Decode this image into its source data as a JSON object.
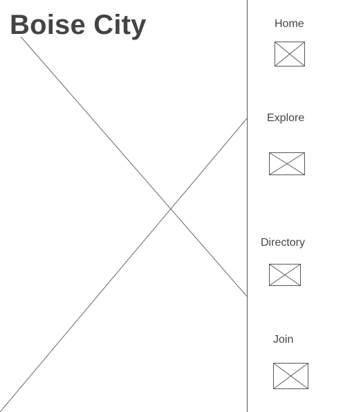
{
  "header": {
    "title": "Boise City"
  },
  "hero": {
    "image_icon": "image-placeholder-icon"
  },
  "nav": {
    "items": [
      {
        "label": "Home",
        "icon": "image-placeholder-icon"
      },
      {
        "label": "Explore",
        "icon": "image-placeholder-icon"
      },
      {
        "label": "Directory",
        "icon": "image-placeholder-icon"
      },
      {
        "label": "Join",
        "icon": "image-placeholder-icon"
      }
    ]
  }
}
